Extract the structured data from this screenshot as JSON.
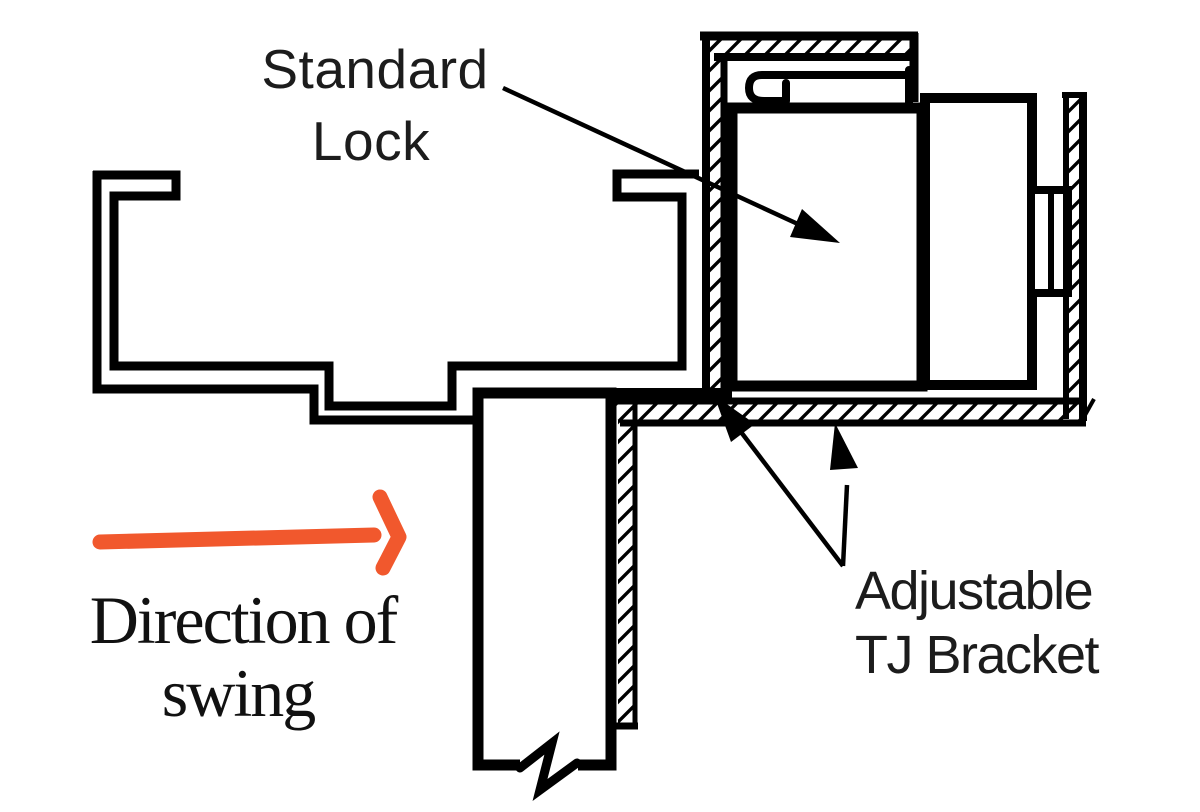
{
  "labels": {
    "standard_lock": {
      "line1": "Standard",
      "line2": "Lock"
    },
    "adjustable_bracket": {
      "line1": "Adjustable",
      "line2": "TJ Bracket"
    },
    "swing_direction": {
      "line1": "Direction of",
      "line2": "swing"
    }
  },
  "colors": {
    "line": "#000000",
    "text": "#1c1c1c",
    "swing_arrow": "#F1582D",
    "background": "#ffffff"
  }
}
